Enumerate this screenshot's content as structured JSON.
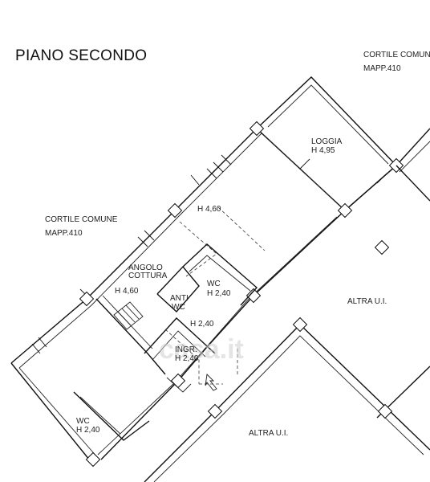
{
  "drawing": {
    "title": "PIANO SECONDO",
    "watermark": "casa.it",
    "labels": {
      "cortile_top_name": "CORTILE COMUNE",
      "cortile_top_mapp": "MAPP.410",
      "cortile_left_name": "CORTILE COMUNE",
      "cortile_left_mapp": "MAPP.410",
      "loggia_name": "LOGGIA",
      "loggia_height": "H 4,95",
      "living_height": "H 4,60",
      "kitchen_name_1": "ANGOLO",
      "kitchen_name_2": "COTTURA",
      "kitchen_height": "H 4,60",
      "wc_top_name": "WC",
      "wc_top_height": "H 2,40",
      "anti_wc_1": "ANTI",
      "anti_wc_2": "WC",
      "corridor_height": "H 2,40",
      "entrance_name": "INGR.",
      "entrance_height": "H 2,40",
      "wc_bottom_name": "WC",
      "wc_bottom_height": "H 2,40",
      "other_unit_top": "ALTRA U.I.",
      "other_unit_bottom": "ALTRA U.I."
    }
  },
  "colors": {
    "line": "#111111",
    "background": "#ffffff",
    "text": "#222222",
    "watermark": "#cfcfcf"
  }
}
